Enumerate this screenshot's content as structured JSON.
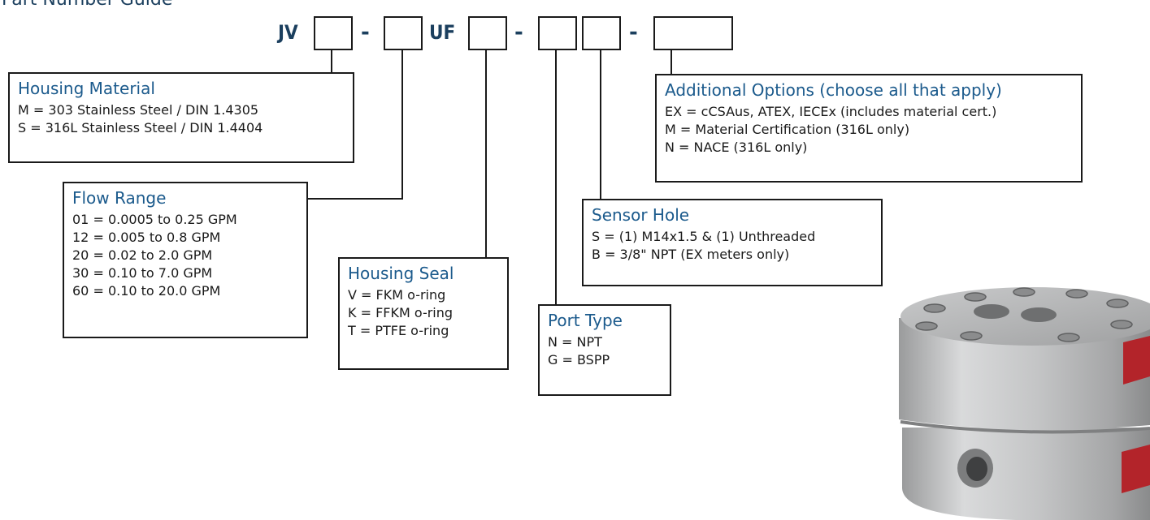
{
  "header": {
    "title": "Part Number Guide"
  },
  "code": {
    "prefix": "JV",
    "middle": "UF",
    "dash": "-"
  },
  "boxes": {
    "housing_material": {
      "title": "Housing Material",
      "lines": [
        "M = 303 Stainless Steel / DIN 1.4305",
        "S = 316L Stainless Steel / DIN 1.4404"
      ]
    },
    "flow_range": {
      "title": "Flow Range",
      "lines": [
        "01 = 0.0005 to 0.25 GPM",
        "12 = 0.005 to 0.8 GPM",
        "20 = 0.02 to 2.0 GPM",
        "30 = 0.10 to 7.0 GPM",
        "60 = 0.10 to 20.0 GPM"
      ]
    },
    "housing_seal": {
      "title": "Housing Seal",
      "lines": [
        "V = FKM o-ring",
        "K = FFKM o-ring",
        "T = PTFE o-ring"
      ]
    },
    "port_type": {
      "title": "Port Type",
      "lines": [
        "N = NPT",
        "G = BSPP"
      ]
    },
    "sensor_hole": {
      "title": "Sensor Hole",
      "lines": [
        "S = (1) M14x1.5 & (1) Unthreaded",
        "B = 3/8\" NPT (EX meters only)"
      ]
    },
    "additional_options": {
      "title": "Additional Options (choose all that apply)",
      "lines": [
        "EX = cCSAus, ATEX, IECEx (includes material cert.)",
        "M  = Material Certification (316L only)",
        "N  = NACE (316L only)"
      ]
    }
  },
  "colors": {
    "title_blue": "#1b5a8c",
    "code_blue": "#1b3f5e",
    "nameplate_red": "#b3242a"
  }
}
